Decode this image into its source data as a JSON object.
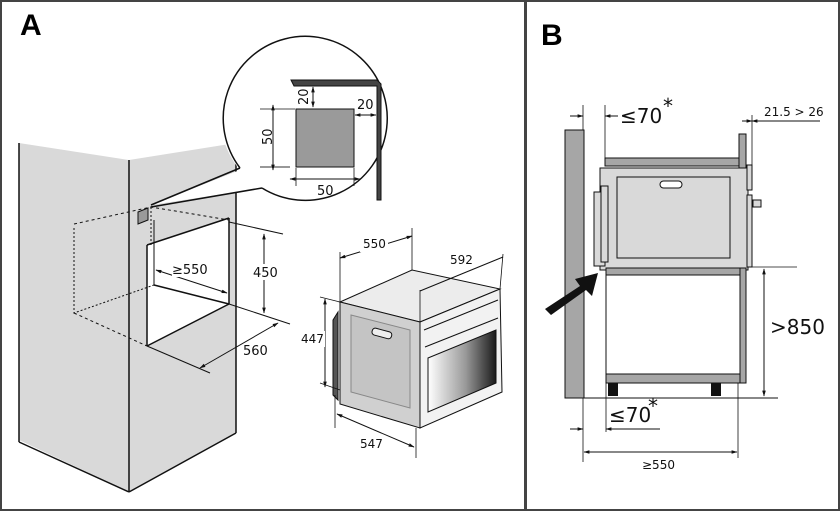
{
  "figure": {
    "title": "Built-in oven installation dimensions",
    "colors": {
      "cabinet_fill": "#d9d9d9",
      "wall_fill": "#a6a6a6",
      "vent_fill": "#9a9a9a",
      "line": "#111111",
      "frame": "#444444"
    }
  },
  "panel_a": {
    "label": "A",
    "vent_detail": {
      "gap_top": "20",
      "gap_side": "20",
      "height": "50",
      "width": "50"
    },
    "niche": {
      "depth": "≥550",
      "height": "450",
      "width": "560"
    },
    "oven": {
      "depth_body": "550",
      "width_front": "592",
      "height": "447",
      "depth_total": "547"
    }
  },
  "panel_b": {
    "label": "B",
    "top_gap": "≤70",
    "top_gap_note": "*",
    "front_panel": "21.5 > 26",
    "floor_height": ">850",
    "bottom_gap": "≤70",
    "bottom_gap_note": "*",
    "cabinet_depth": "≥550"
  }
}
